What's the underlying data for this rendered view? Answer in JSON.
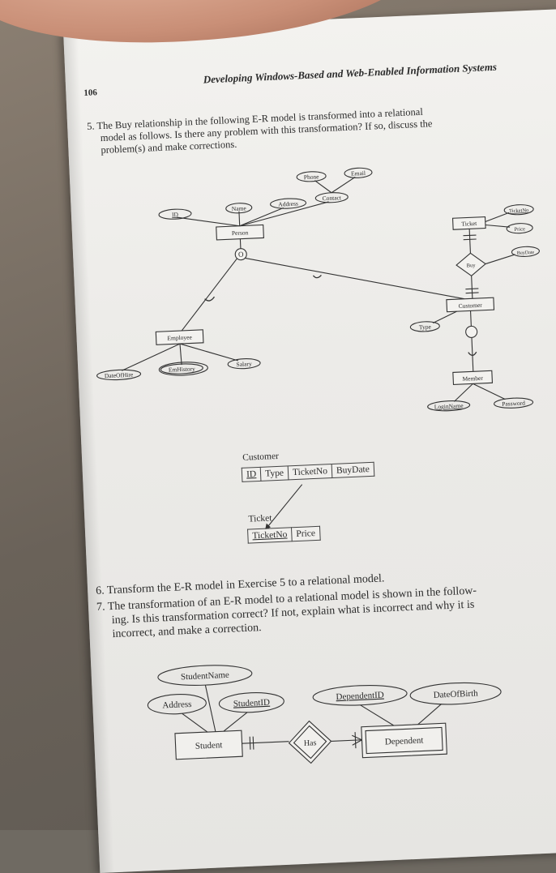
{
  "header": {
    "page_number": "106",
    "book_title": "Developing Windows-Based and Web-Enabled Information Systems"
  },
  "exercise5": {
    "number": "5.",
    "line1": "The Buy relationship in the following E-R model is transformed into a relational",
    "line2": "model as follows. Is there any problem with this transformation? If so, discuss the",
    "line3": "problem(s) and make corrections."
  },
  "er_model_1": {
    "entities": {
      "person": "Person",
      "employee": "Employee",
      "ticket": "Ticket",
      "customer": "Customer",
      "member": "Member"
    },
    "relationships": {
      "buy": "Buy"
    },
    "subtype_symbol": "O",
    "attributes": {
      "id": "ID",
      "name": "Name",
      "address": "Address",
      "contact": "Contact",
      "phone": "Phone",
      "email": "Email",
      "ticket_no": "TicketNo",
      "price": "Price",
      "buy_date": "BuyDate",
      "type": "Type",
      "date_of_hire": "DateOfHire",
      "emhistory": "EmHistory",
      "salary": "Salary",
      "login_name": "LoginName",
      "password": "Password"
    }
  },
  "relational_model_1": {
    "customer_table": {
      "name": "Customer",
      "columns": [
        "ID",
        "Type",
        "TicketNo",
        "BuyDate"
      ]
    },
    "ticket_table": {
      "name": "Ticket",
      "columns": [
        "TicketNo",
        "Price"
      ]
    }
  },
  "exercise6": {
    "number": "6.",
    "line1": "Transform the E-R model in Exercise 5 to a relational model."
  },
  "exercise7": {
    "number": "7.",
    "line1": "The transformation of an E-R model to a relational model is shown in the follow-",
    "line2": "ing. Is this transformation correct? If not, explain what is incorrect and why it is",
    "line3": "incorrect, and make a correction."
  },
  "er_model_2": {
    "entities": {
      "student": "Student",
      "dependent": "Dependent"
    },
    "relationships": {
      "has": "Has"
    },
    "attributes": {
      "student_name": "StudentName",
      "address": "Address",
      "student_id": "StudentID",
      "dependent_id": "DependentID",
      "date_of_birth": "DateOfBirth"
    }
  }
}
